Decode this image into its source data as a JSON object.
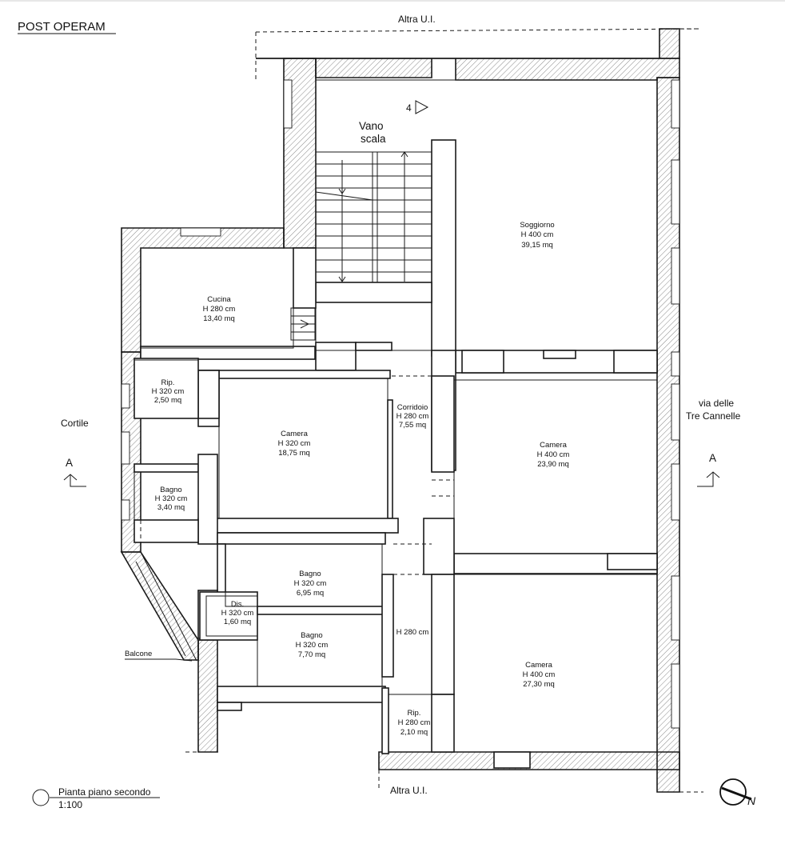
{
  "title": "POST OPERAM",
  "neighbors": {
    "top": "Altra U.I.",
    "bottom": "Altra U.I."
  },
  "surroundings": {
    "left": "Cortile",
    "right_line1": "via delle",
    "right_line2": "Tre Cannelle",
    "balcony": "Balcone"
  },
  "section_marker": "A",
  "stair": {
    "number": "4",
    "name_line1": "Vano",
    "name_line2": "scala"
  },
  "rooms": {
    "soggiorno": {
      "name": "Soggiorno",
      "height": "H 400 cm",
      "area": "39,15 mq"
    },
    "cucina": {
      "name": "Cucina",
      "height": "H 280 cm",
      "area": "13,40 mq"
    },
    "rip1": {
      "name": "Rip.",
      "height": "H 320 cm",
      "area": "2,50 mq"
    },
    "camera1": {
      "name": "Camera",
      "height": "H 320 cm",
      "area": "18,75 mq"
    },
    "corridoio": {
      "name": "Corridoio",
      "height": "H 280 cm",
      "area": "7,55 mq"
    },
    "camera2": {
      "name": "Camera",
      "height": "H 400 cm",
      "area": "23,90 mq"
    },
    "bagno1": {
      "name": "Bagno",
      "height": "H 320 cm",
      "area": "3,40 mq"
    },
    "bagno2": {
      "name": "Bagno",
      "height": "H 320 cm",
      "area": "6,95 mq"
    },
    "dis": {
      "name": "Dis.",
      "height": "H 320 cm",
      "area": "1,60 mq"
    },
    "bagno3": {
      "name": "Bagno",
      "height": "H 320 cm",
      "area": "7,70 mq"
    },
    "hall": {
      "height": "H 280 cm"
    },
    "camera3": {
      "name": "Camera",
      "height": "H 400 cm",
      "area": "27,30 mq"
    },
    "rip2": {
      "name": "Rip.",
      "height": "H 280 cm",
      "area": "2,10 mq"
    }
  },
  "legend": {
    "plan_name": "Pianta piano secondo",
    "scale": "1:100"
  },
  "north": "N"
}
